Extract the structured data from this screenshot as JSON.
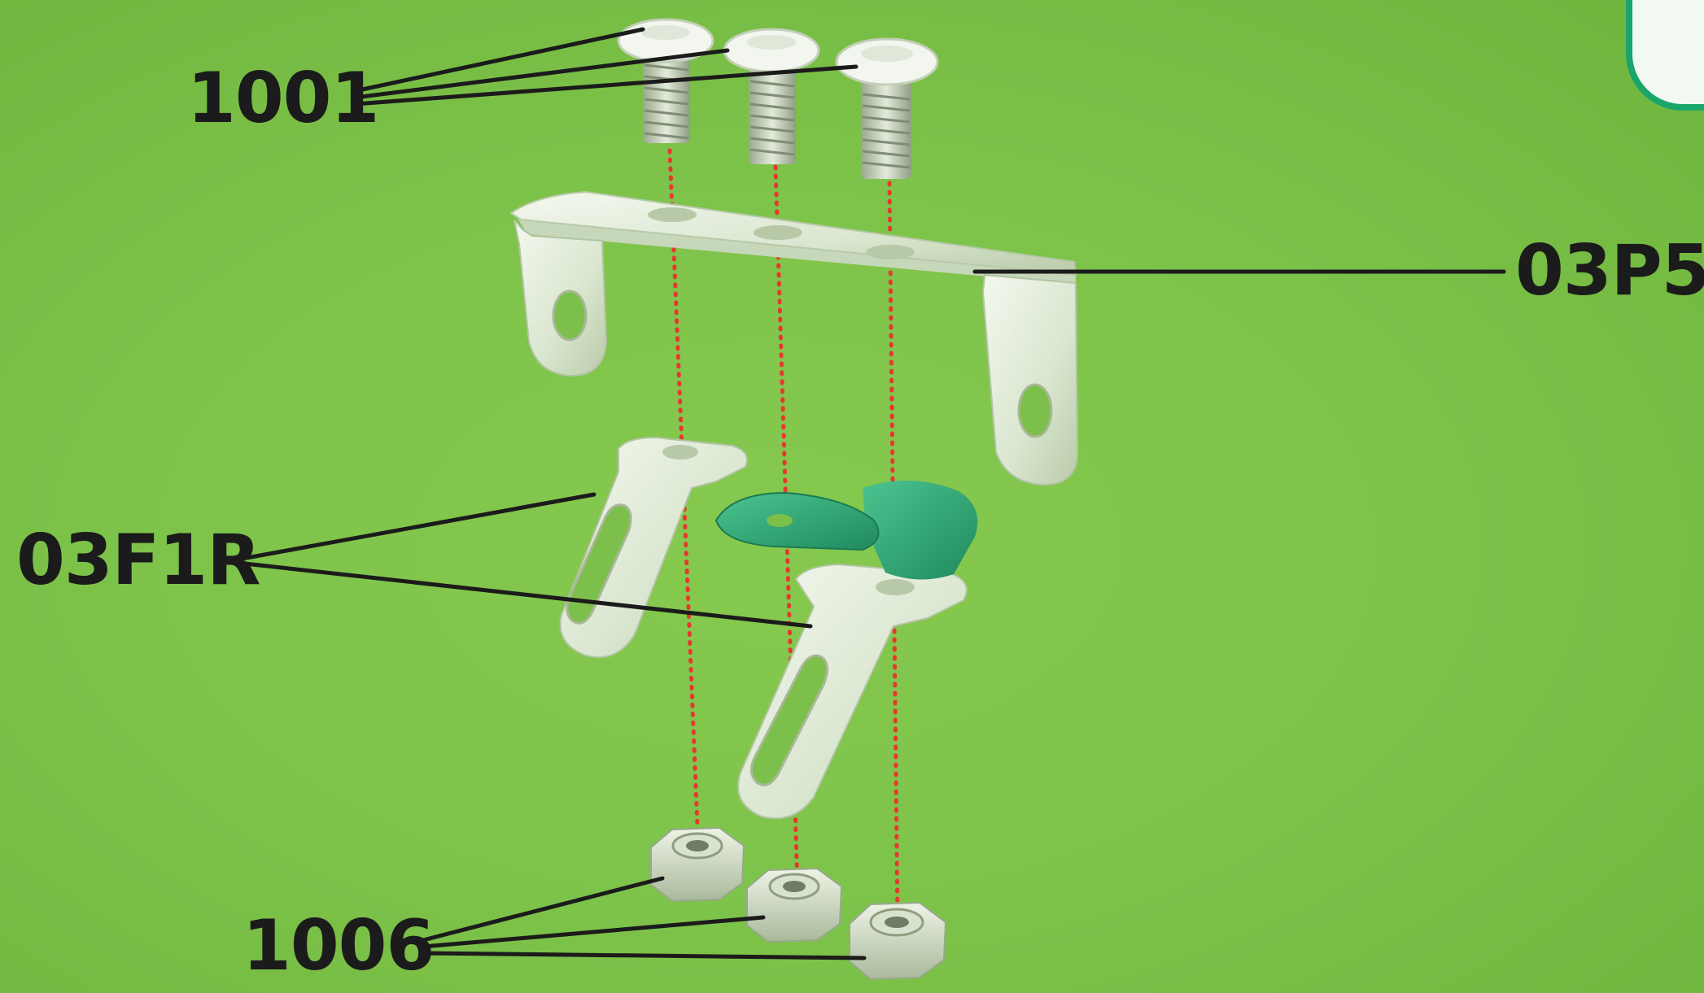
{
  "labels": {
    "screw": "1001",
    "bracket": "03P5",
    "flat_bracket": "03F1R",
    "nut": "1006"
  },
  "colors": {
    "background": "#7ec34a",
    "metal": "#dfe9d6",
    "green_part": "#33a978",
    "leader_line": "#1b1b1b",
    "assembly_guide": "#e8372e"
  },
  "icons": [
    "screw",
    "u-bracket",
    "flat-l-bracket",
    "green-hinge-part",
    "hex-nut"
  ]
}
